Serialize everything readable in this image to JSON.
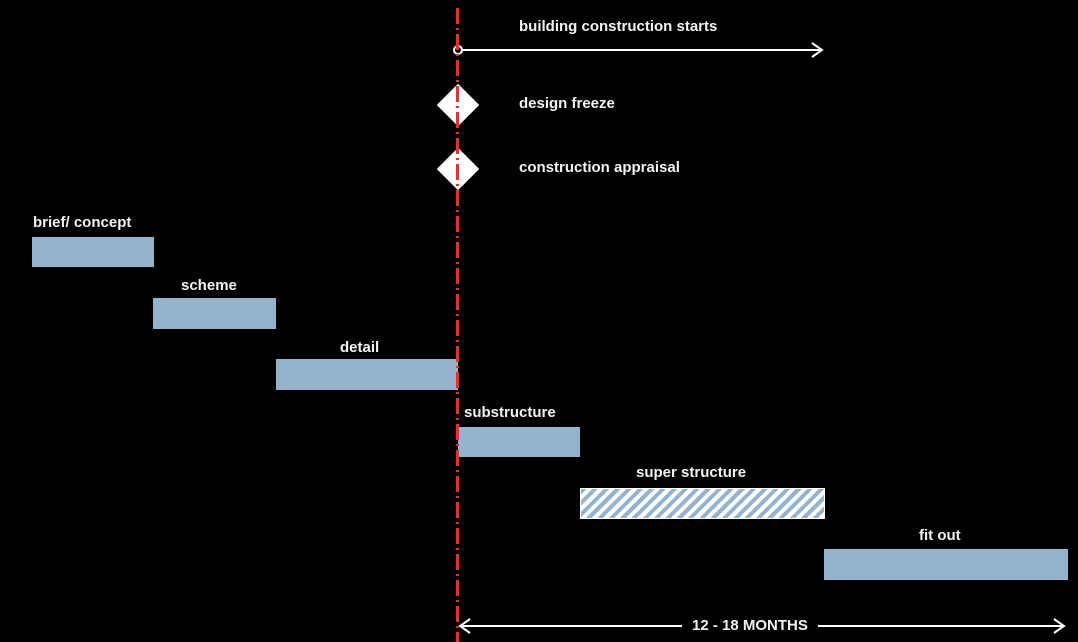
{
  "annotations": {
    "construction_starts": "building construction starts",
    "design_freeze": "design freeze",
    "construction_appraisal": "construction appraisal",
    "duration": "12 - 18 MONTHS"
  },
  "tasks": [
    {
      "label": "brief/ concept",
      "style": "solid"
    },
    {
      "label": "scheme",
      "style": "solid"
    },
    {
      "label": "detail",
      "style": "solid"
    },
    {
      "label": "substructure",
      "style": "solid"
    },
    {
      "label": "super structure",
      "style": "hatched"
    },
    {
      "label": "fit out",
      "style": "solid"
    }
  ],
  "colors": {
    "background": "#000000",
    "bar": "#94b3cc",
    "milestone_line": "#e0322e",
    "text": "#f2f2f2"
  },
  "icons": {
    "milestone": "diamond-icon",
    "arrow": "arrow-right-icon"
  }
}
